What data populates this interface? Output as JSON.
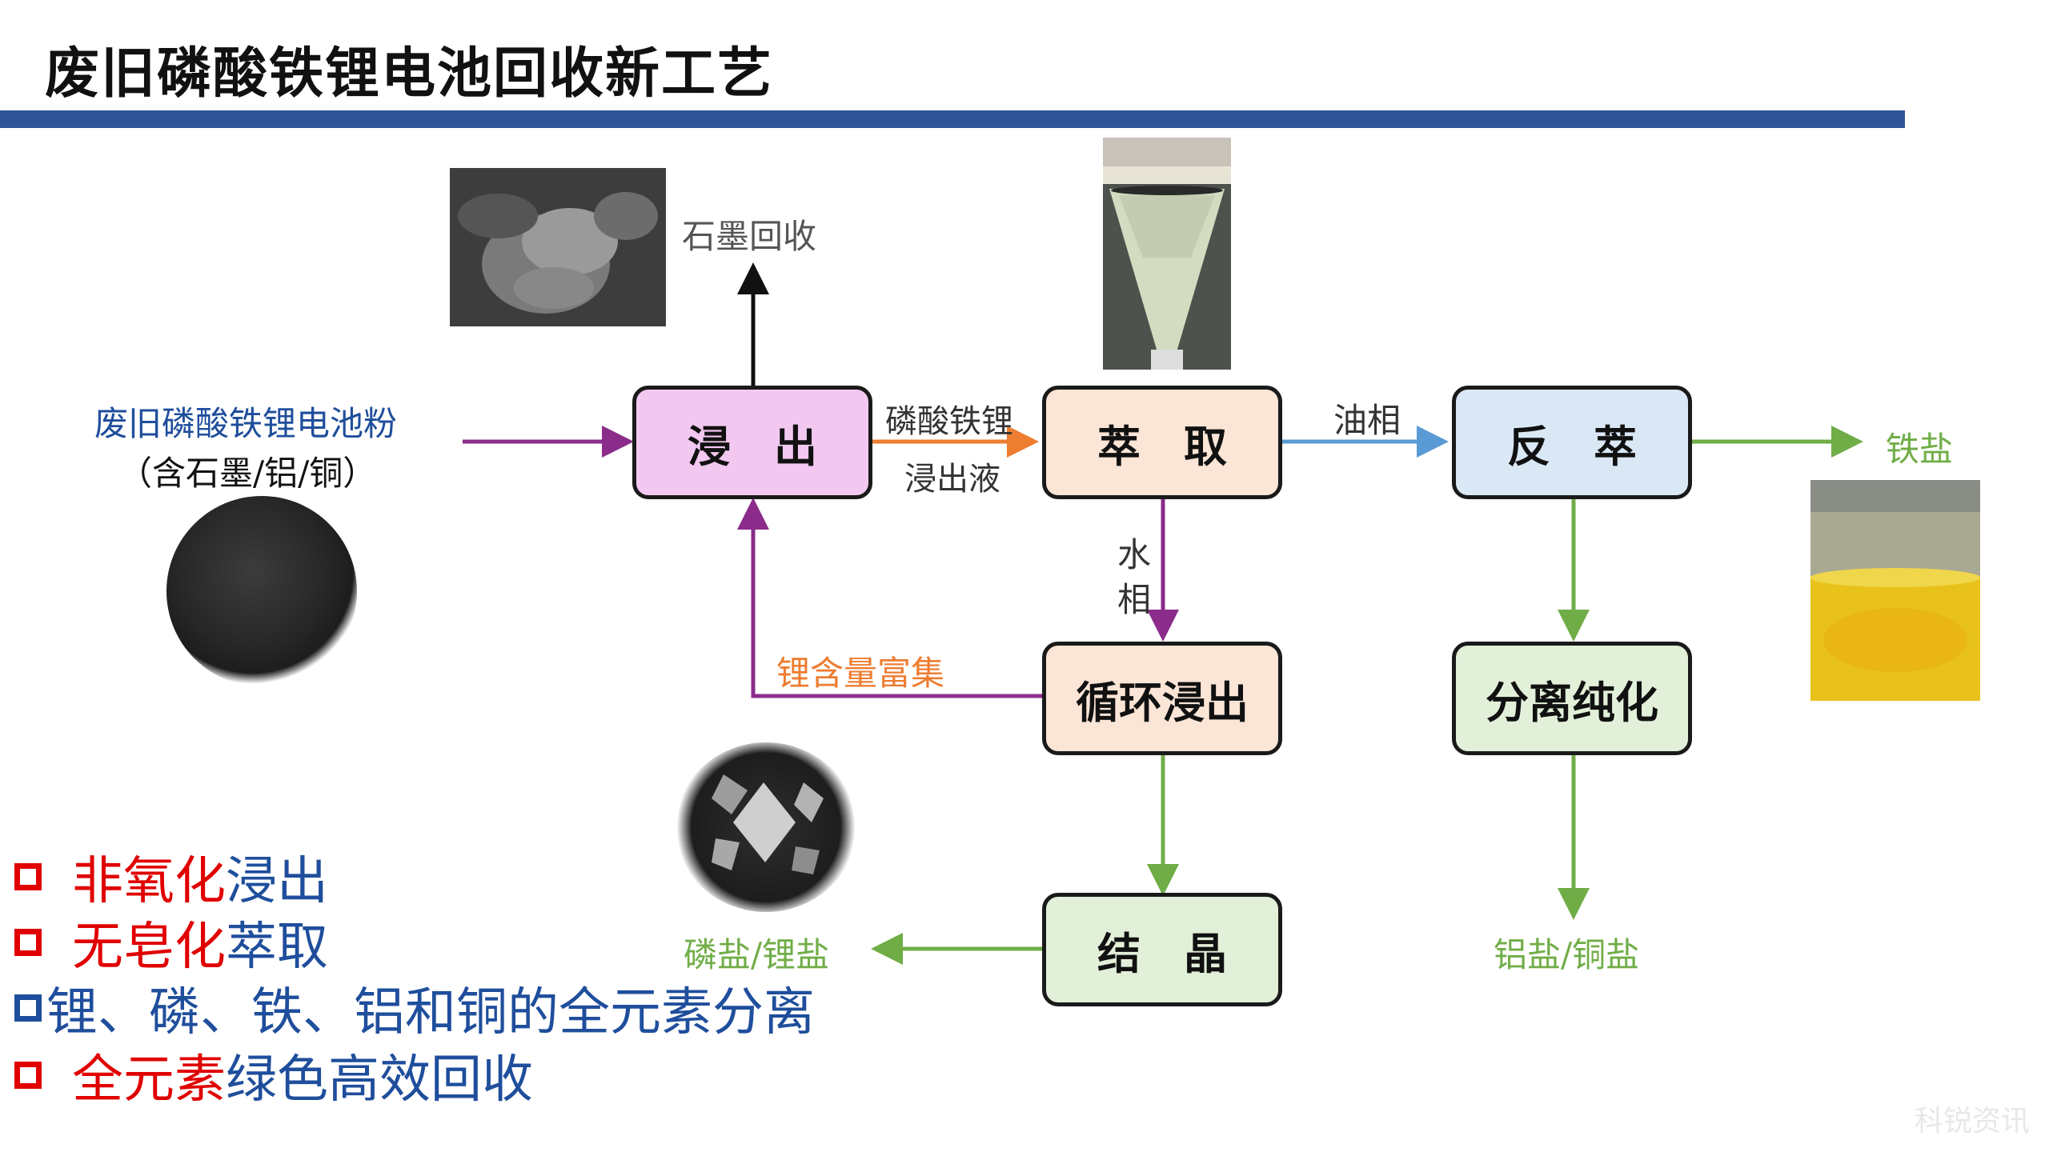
{
  "title": "废旧磷酸铁锂电池回收新工艺",
  "colors": {
    "accent_bar": "#2f5597",
    "purple": "#8b2c8b",
    "orange": "#ed7d31",
    "blue": "#5b9bd5",
    "green": "#70ad47",
    "red": "#e00000",
    "navy": "#1f4e9c"
  },
  "nodes": {
    "leach": "浸　出",
    "extract": "萃　取",
    "strip": "反　萃",
    "cycle_leach": "循环浸出",
    "purify": "分离纯化",
    "crystallize": "结　晶"
  },
  "labels": {
    "input_line1": "废旧磷酸铁锂电池粉",
    "input_line2": "（含石墨/铝/铜）",
    "graphite_recovery": "石墨回收",
    "leachate_line1": "磷酸铁锂",
    "leachate_line2": "浸出液",
    "oil_phase": "油相",
    "aqueous_line1": "水",
    "aqueous_line2": "相",
    "iron_salt": "铁盐",
    "lithium_enrich": "锂含量富集",
    "phosphate_lithium": "磷盐/锂盐",
    "al_cu_salt": "铝盐/铜盐"
  },
  "bullets": [
    {
      "red": "非氧化",
      "blue": "浸出"
    },
    {
      "red": "无皂化",
      "blue": "萃取"
    },
    {
      "red": "",
      "blue": "锂、磷、铁、铝和铜的全元素分离"
    },
    {
      "red": "全元素",
      "blue": "绿色高效回收"
    }
  ],
  "watermark": "科锐资讯"
}
